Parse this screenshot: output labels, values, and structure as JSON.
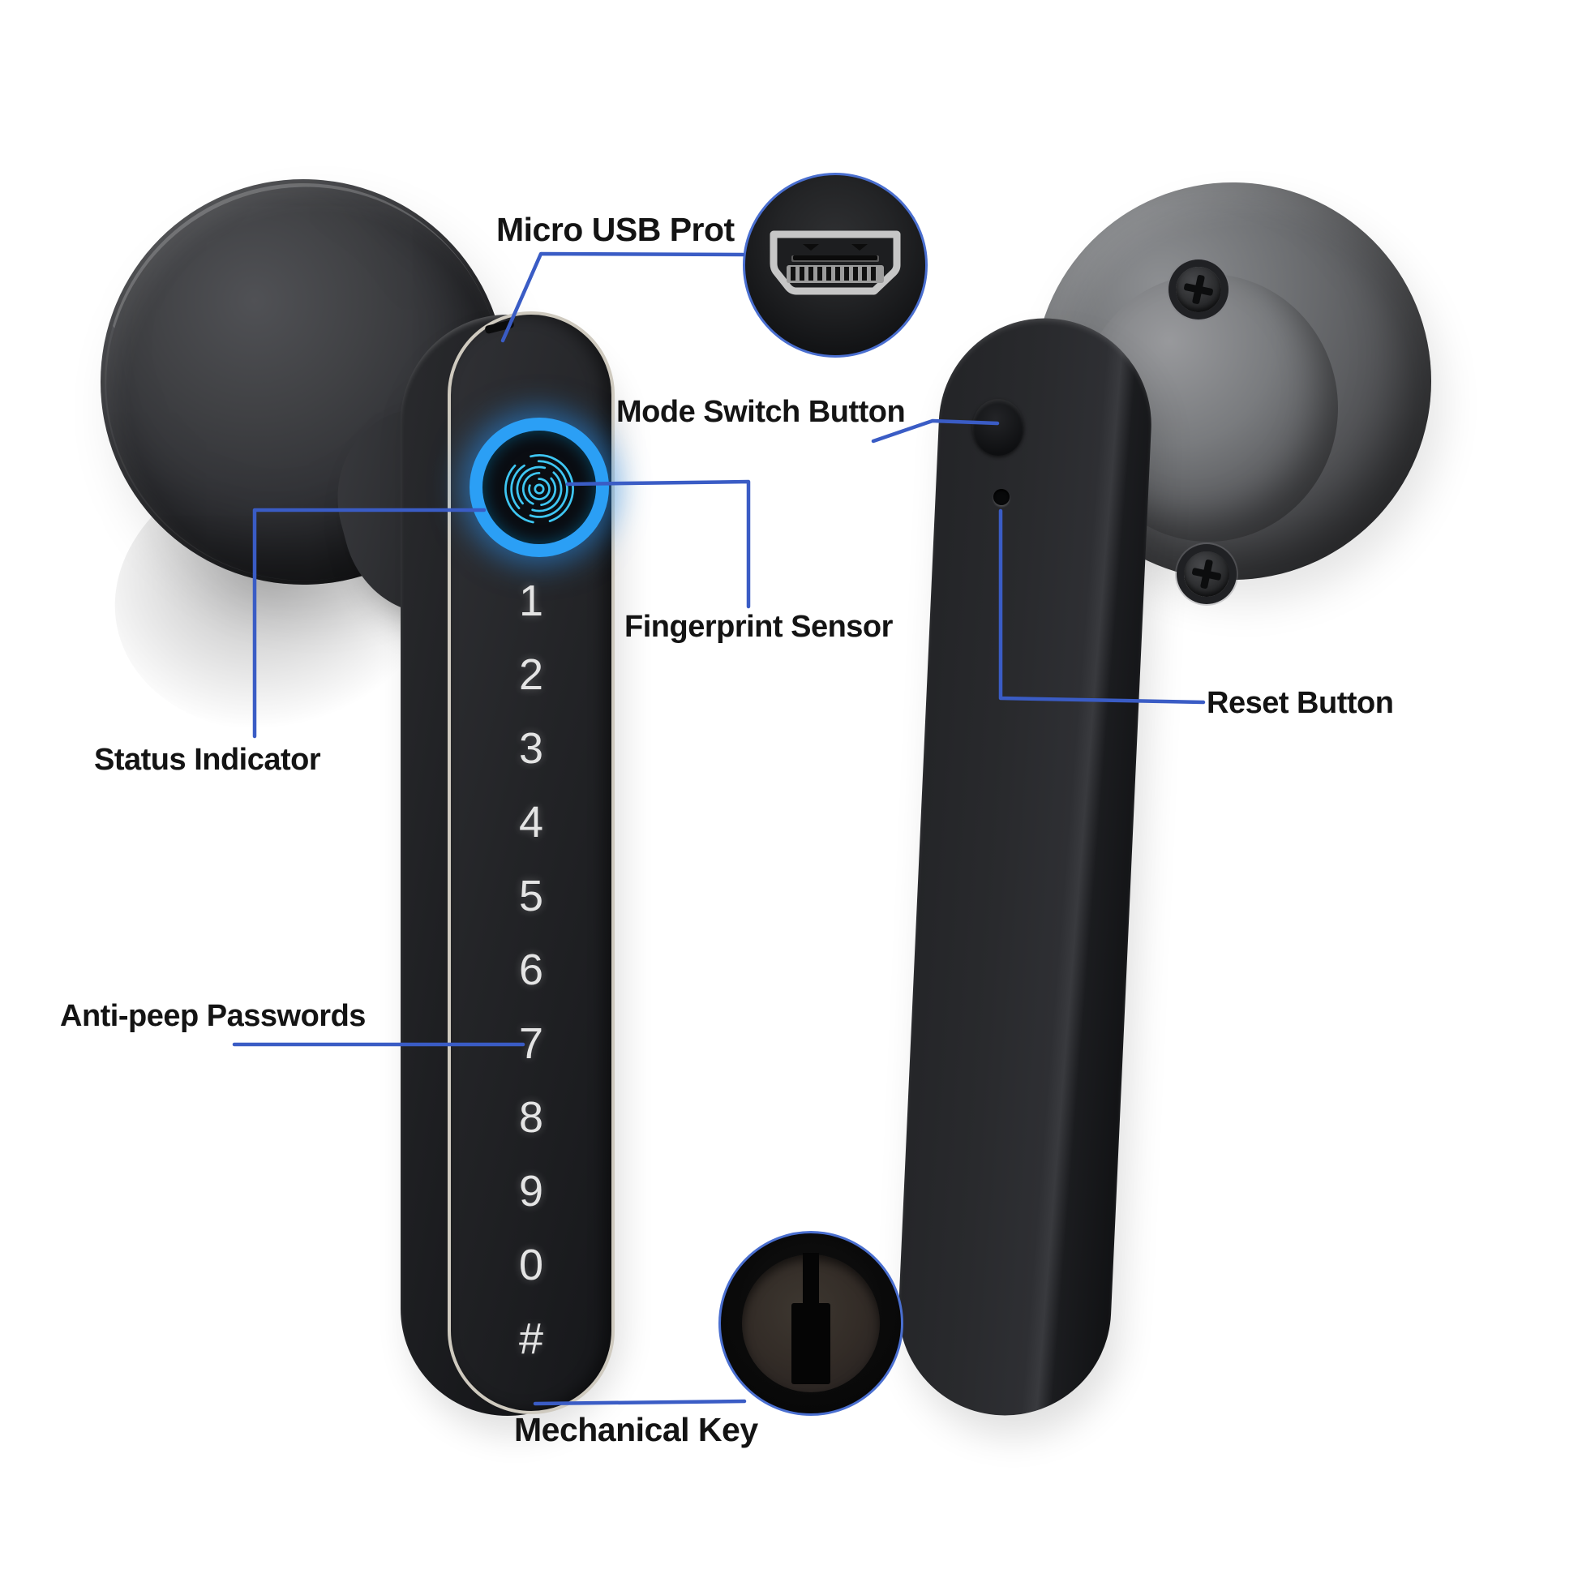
{
  "diagram": {
    "title_context": "smart fingerprint door lock annotated diagram",
    "labels": {
      "micro_usb": "Micro USB Prot",
      "mode_switch": "Mode Switch Button",
      "fingerprint": "Fingerprint Sensor",
      "status": "Status Indicator",
      "reset": "Reset Button",
      "anti_peep": "Anti-peep Passwords",
      "mechanical_key": "Mechanical Key"
    },
    "keypad": {
      "keys": [
        "1",
        "2",
        "3",
        "4",
        "5",
        "6",
        "7",
        "8",
        "9",
        "0",
        "#"
      ]
    },
    "icons": {
      "fingerprint": "fingerprint-icon",
      "usb_connector": "usb-connector-icon",
      "keyhole": "keyhole-icon",
      "screw": "screw-icon"
    },
    "colors": {
      "background": "#FFFFFF",
      "leader_line": "#3A5CC5",
      "label_text": "#141414",
      "fingerprint_ring_glow": "#2B9FF5",
      "fingerprint_pattern": "#3EC6F2",
      "handle_black": "#1C1D1F",
      "trim_silver": "#CFCABF",
      "metal_gray": "#6E7073"
    }
  }
}
